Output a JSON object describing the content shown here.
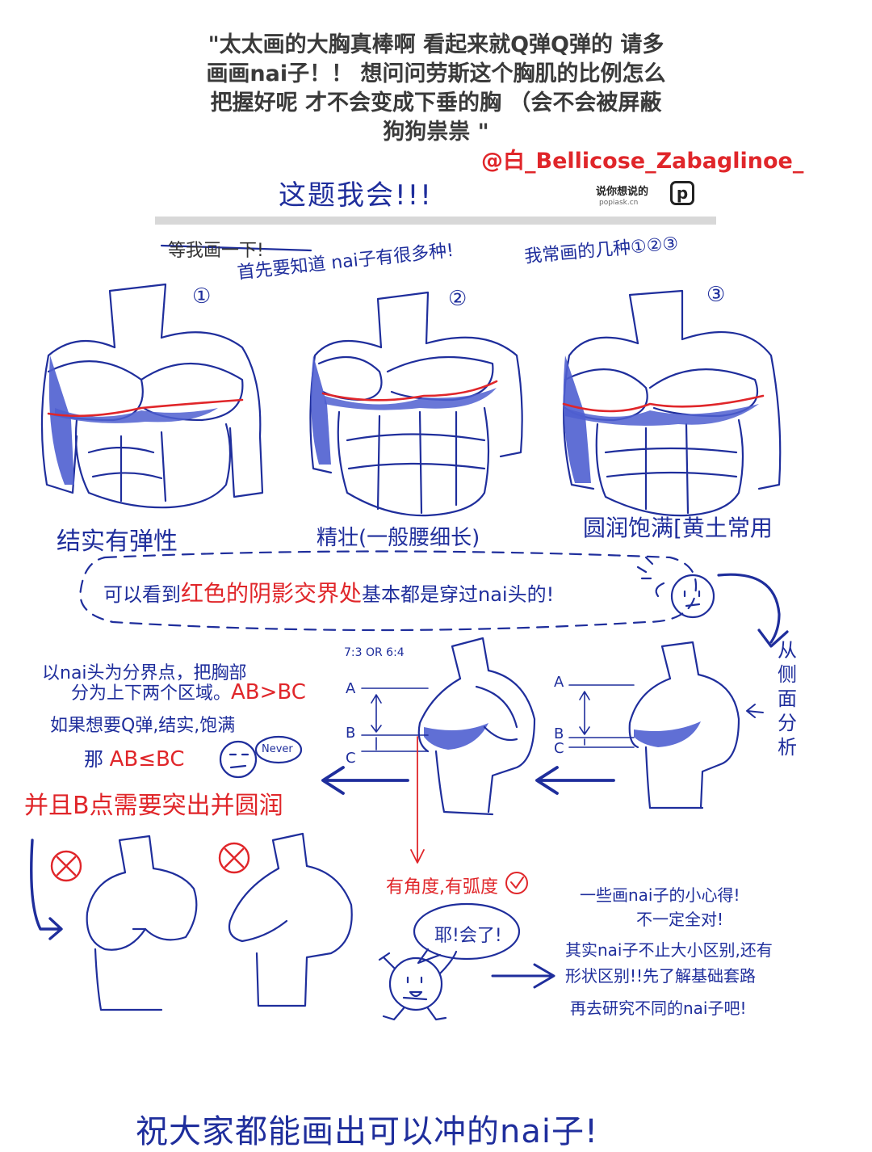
{
  "question": {
    "lines": [
      "\"太太画的大胸真棒啊 看起来就Q弹Q弹的 请多",
      "画画nai子！！ 想问问劳斯这个胸肌的比例怎么",
      "把握好呢 才不会变成下垂的胸  （会不会被屏蔽",
      "狗狗祟祟 \""
    ],
    "handle": "@白_Bellicose_Zabaglinoe_"
  },
  "header": {
    "answer_title": "这题我会!!!",
    "brand_text": "说你想说的",
    "brand_url": "popiask.cn",
    "brand_icon": "p-logo-icon"
  },
  "notes": {
    "wait": "等我画一下!",
    "first_know": "首先要知道 nai子有很多种!",
    "my_types": "我常画的几种①②③",
    "num1": "①",
    "num2": "②",
    "num3": "③",
    "type1": "结实有弹性",
    "type2": "精壮(一般腰细长)",
    "type3": "圆润饱满[黄土常用",
    "bubble_prefix": "可以看到",
    "bubble_red": "红色的阴影交界处",
    "bubble_suffix": "基本都是穿过nai头的!",
    "side_analysis": "从侧面分析",
    "rule1": "以nai头为分界点，把胸部",
    "rule2": "分为上下两个区域。",
    "rule2_red": "AB>BC",
    "rule3": "如果想要Q弹,结实,饱满",
    "rule4": "那",
    "rule4_red": "AB≤BC",
    "never": "Never",
    "ratio": "7:3 OR 6:4",
    "label_a": "A",
    "label_b": "B",
    "label_c": "C",
    "point_b": "并且B点需要突出并圆润",
    "angle": "有角度,有弧度",
    "yeah": "耶!会了!",
    "tips1": "一些画nai子的小心得!",
    "tips2": "不一定全对!",
    "tips3": "其实nai子不止大小区别,还有",
    "tips4": "形状区别!!先了解基础套路",
    "tips5": "再去研究不同的nai子吧!",
    "closing": "祝大家都能画出可以冲的nai子!"
  },
  "colors": {
    "ink": "#1f2e9c",
    "shade": "#4f5fd0",
    "accent_red": "#e0262a",
    "question_text": "#3a3a3a",
    "divider": "#d8d8d8"
  }
}
